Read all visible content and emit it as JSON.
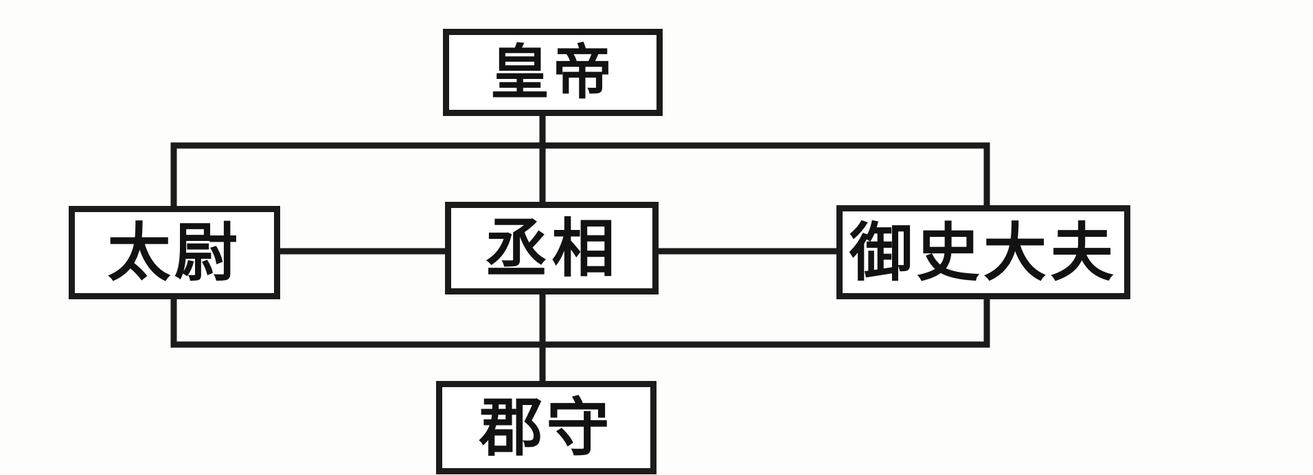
{
  "diagram": {
    "type": "organizational-hierarchy-chart",
    "title": "",
    "background_color": "#fdfdfc",
    "line_color": "#1b1b1b",
    "text_color": "#121212",
    "nodes": [
      {
        "id": "emperor",
        "label": "皇帝",
        "role": "root",
        "level": 0
      },
      {
        "id": "taiwei",
        "label": "太尉",
        "role": "branch",
        "level": 1
      },
      {
        "id": "chengxiang",
        "label": "丞相",
        "role": "branch",
        "level": 1
      },
      {
        "id": "yushi",
        "label": "御史大夫",
        "role": "branch",
        "level": 1
      },
      {
        "id": "junshou",
        "label": "郡守",
        "role": "leaf",
        "level": 2
      }
    ],
    "edges": [
      {
        "from": "emperor",
        "to": "taiwei"
      },
      {
        "from": "emperor",
        "to": "chengxiang"
      },
      {
        "from": "emperor",
        "to": "yushi"
      },
      {
        "from": "taiwei",
        "to": "chengxiang"
      },
      {
        "from": "chengxiang",
        "to": "yushi"
      },
      {
        "from": "taiwei",
        "to": "junshou"
      },
      {
        "from": "chengxiang",
        "to": "junshou"
      },
      {
        "from": "yushi",
        "to": "junshou"
      }
    ]
  }
}
